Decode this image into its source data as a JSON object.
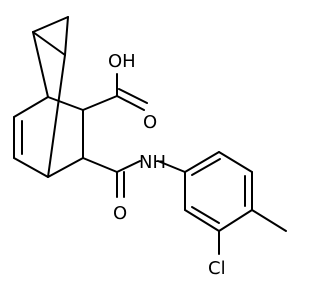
{
  "molecule": {
    "atom_labels": {
      "oxygen_carbonyl_acid": "O",
      "hydroxyl": "OH",
      "amide_nh": "NH",
      "oxygen_carbonyl_amide": "O",
      "chlorine": "Cl"
    }
  },
  "colors": {
    "bond": "#000000",
    "label": "#000000",
    "background": "#ffffff"
  }
}
